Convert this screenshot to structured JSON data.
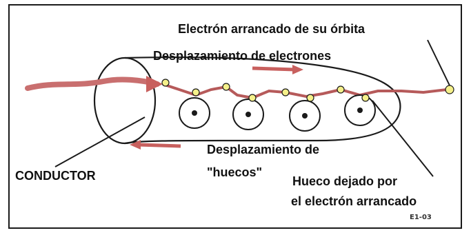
{
  "labels": {
    "electron_torn": "Electrón arrancado de su órbita",
    "electron_displacement": "Desplazamiento de electrones",
    "hole_displacement_line1": "Desplazamiento de",
    "hole_displacement_line2": "\"huecos\"",
    "conductor": "CONDUCTOR",
    "hole_left_line1": "Hueco dejado por",
    "hole_left_line2": "el electrón arrancado",
    "figure_code": "E1-03"
  },
  "colors": {
    "frame": "#1a1a1a",
    "wire": "#c96f6f",
    "arrow": "#c8605e",
    "electron": "#f5f08a",
    "outline": "#1a1a1a"
  },
  "icons": {
    "electron_flow_arrow": "arrow-right",
    "hole_flow_arrow": "arrow-left",
    "entry_arrow": "arrow-right"
  }
}
